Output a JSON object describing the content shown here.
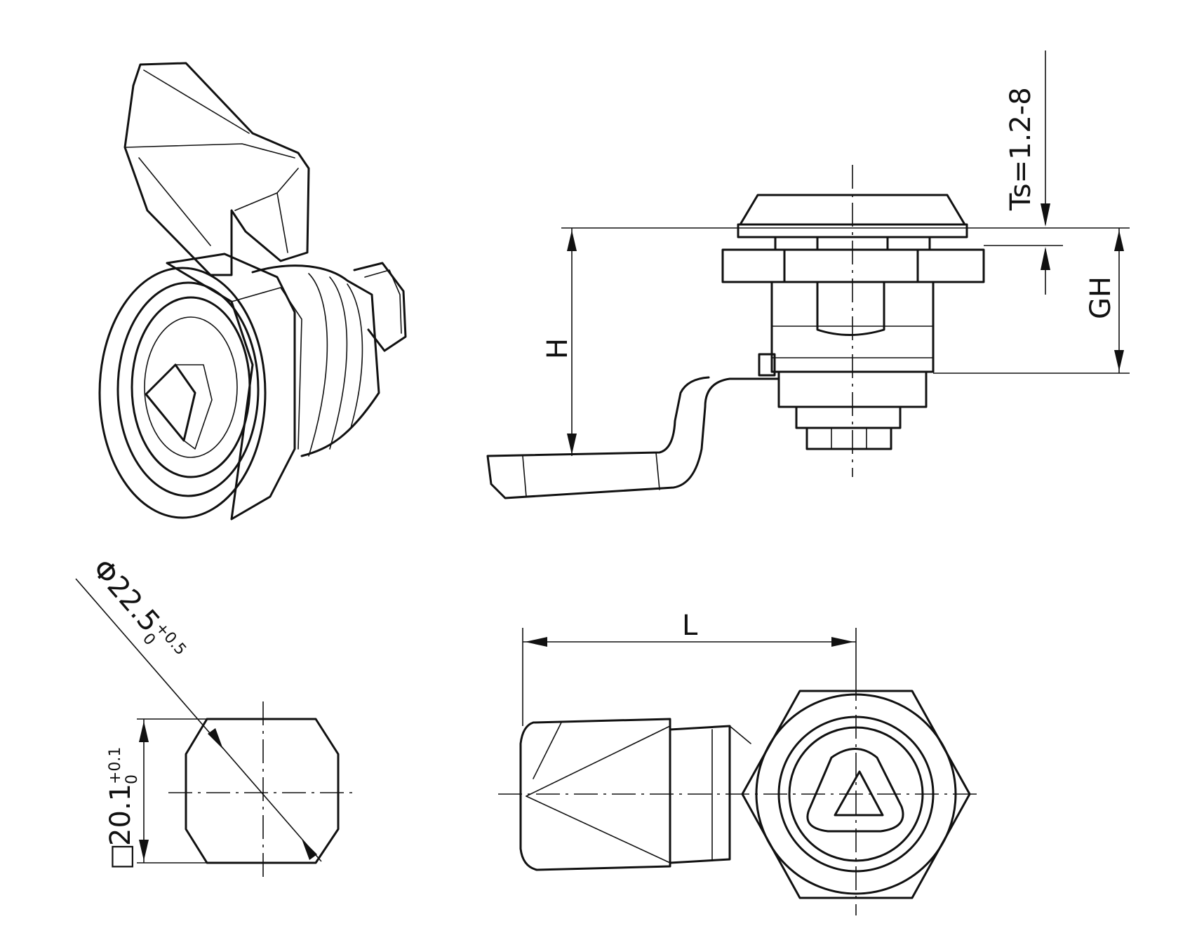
{
  "dimensions": {
    "thickness": "Ts=1.2-8",
    "grip_height": "GH",
    "height": "H",
    "length": "L",
    "diameter_symbol": "Φ",
    "diameter_value": "22.5",
    "diameter_tol_upper": "+0.5",
    "diameter_tol_lower": "0",
    "square_symbol": "□",
    "square_value": "20.1",
    "square_tol_upper": "+0.1",
    "square_tol_lower": "0"
  },
  "views": [
    "isometric-view",
    "side-view",
    "panel-cutout-view",
    "front-view"
  ]
}
